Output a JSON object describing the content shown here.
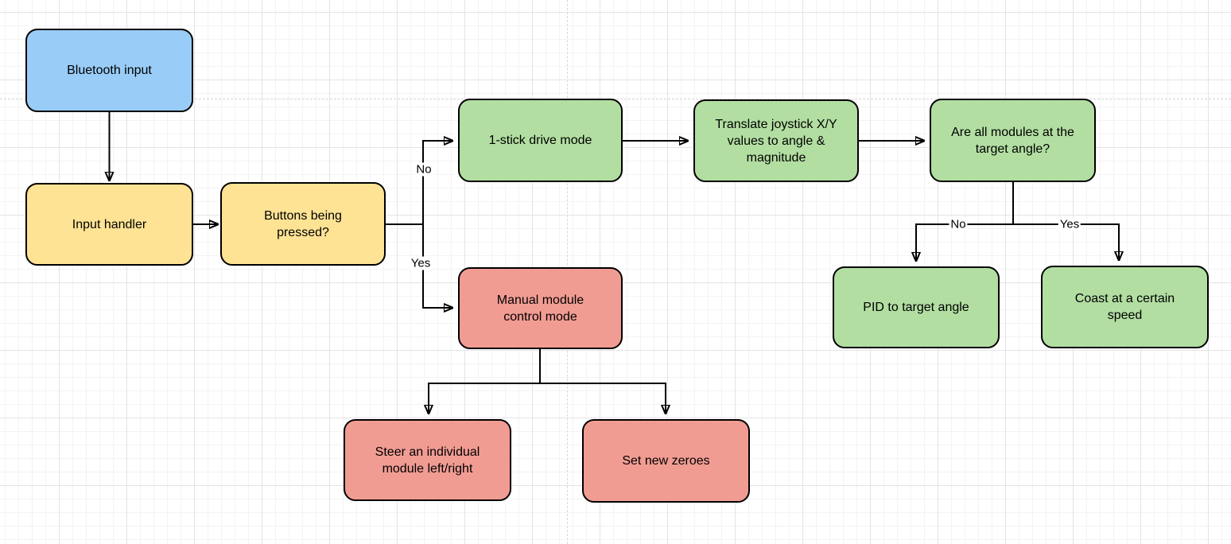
{
  "diagram": {
    "nodes": {
      "bluetooth_input": {
        "label": "Bluetooth input",
        "color": "blue"
      },
      "input_handler": {
        "label": "Input handler",
        "color": "yellow"
      },
      "buttons_pressed": {
        "label": "Buttons being\npressed?",
        "color": "yellow"
      },
      "one_stick": {
        "label": "1-stick drive mode",
        "color": "green"
      },
      "translate_joystick": {
        "label": "Translate joystick X/Y\nvalues to angle &\nmagnitude",
        "color": "green"
      },
      "modules_at_target": {
        "label": "Are all modules at the\ntarget angle?",
        "color": "green"
      },
      "manual_mode": {
        "label": "Manual module\ncontrol mode",
        "color": "red"
      },
      "pid_to_target": {
        "label": "PID to target angle",
        "color": "green"
      },
      "coast_speed": {
        "label": "Coast at a certain\nspeed",
        "color": "green"
      },
      "steer_module": {
        "label": "Steer an individual\nmodule left/right",
        "color": "red"
      },
      "set_zeroes": {
        "label": "Set new zeroes",
        "color": "red"
      }
    },
    "edge_labels": {
      "buttons_no": "No",
      "buttons_yes": "Yes",
      "target_no": "No",
      "target_yes": "Yes"
    },
    "colors": {
      "blue": "#99ccf7",
      "yellow": "#ffe395",
      "green": "#b2dea2",
      "red": "#f19c93",
      "edge_stroke": "#000000",
      "grid_minor": "#f3f3f3",
      "grid_major": "#e4e4e4",
      "page_boundary": "#d7d7d7"
    }
  }
}
